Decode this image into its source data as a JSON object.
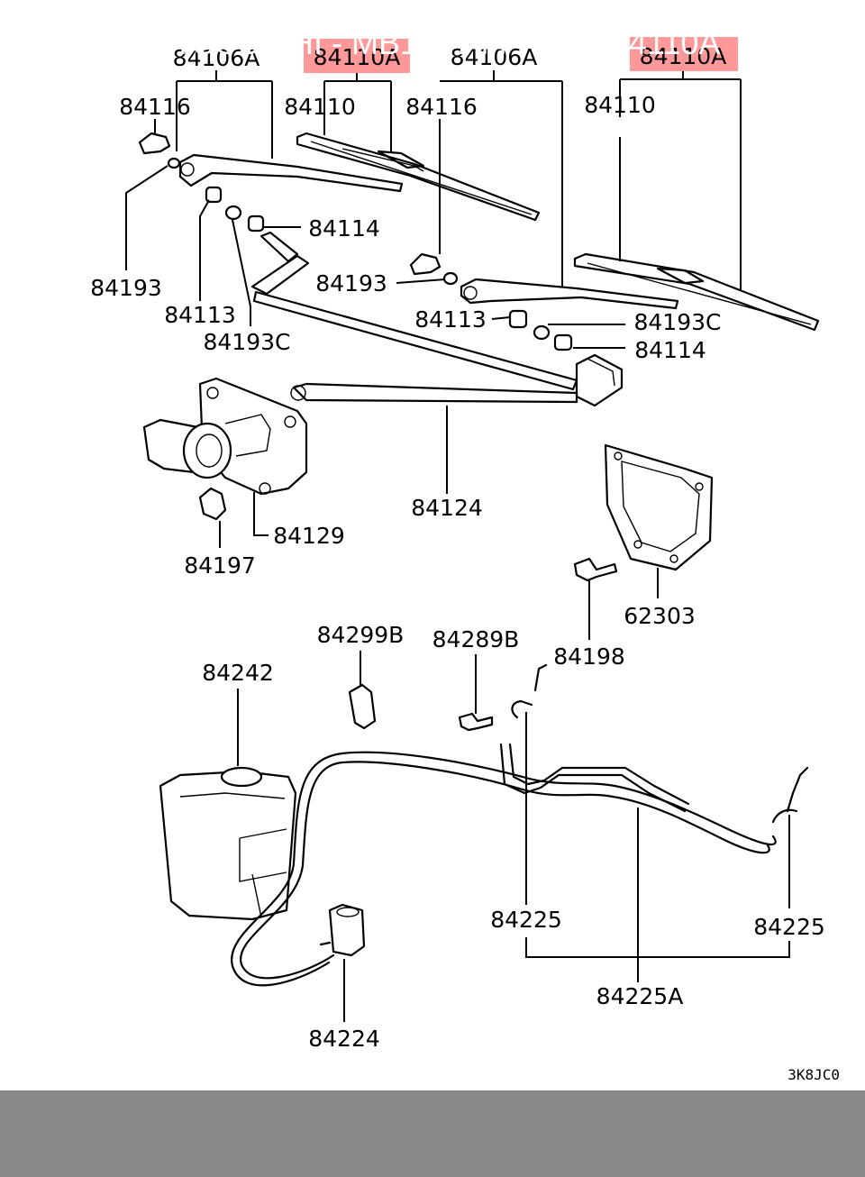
{
  "highlight_color": "#ff9999",
  "footer_color": "#898989",
  "labels": {
    "arm_left_assy": "84106A",
    "blade_left_assy": "84110A",
    "arm_right_assy": "84106A",
    "blade_right_assy": "84110A",
    "cap_left": "84116",
    "blade_left": "84110",
    "cap_right": "84116",
    "blade_right": "84110",
    "bushing_left": "84114",
    "nut_left": "84193",
    "nut_center": "84193",
    "nut_right": "84193C",
    "pivot_left": "84113",
    "pivot_right": "84113",
    "washer_left": "84193C",
    "bushing_right": "84114",
    "linkage": "84124",
    "motor_bolt": "84129",
    "clip": "84197",
    "gasket": "62303",
    "bracket_b": "84299B",
    "screw_b": "84289B",
    "bolt": "84198",
    "tank": "84242",
    "nozzle_left": "84225",
    "nozzle_right": "84225",
    "hose_assy": "84225A",
    "pump": "84224",
    "diagram_code": "3K8JC0"
  },
  "footer": {
    "brand_part": "MITSUBISHI - MB196744",
    "ref": "N - 84110A"
  }
}
